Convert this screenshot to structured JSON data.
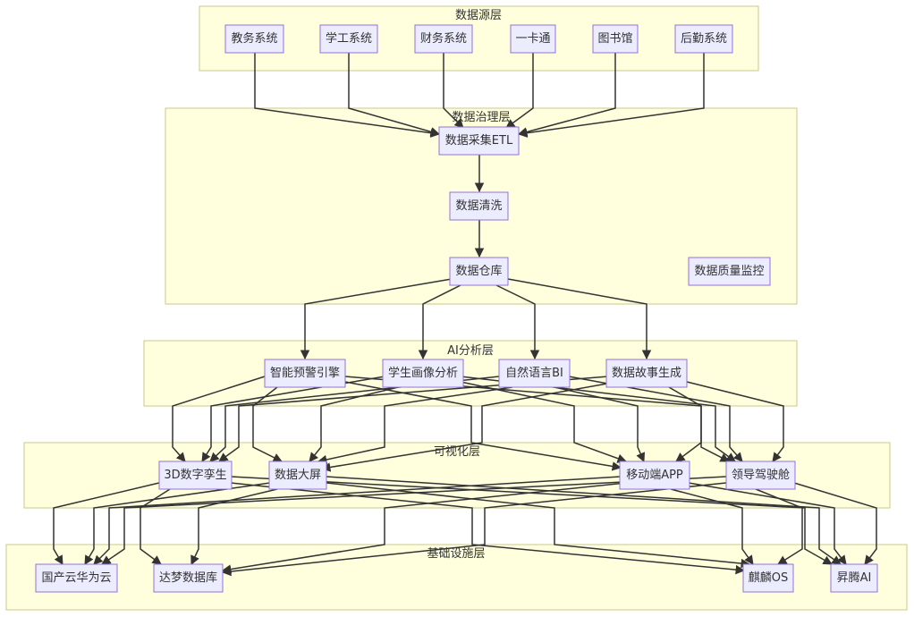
{
  "diagram": {
    "type": "flowchart",
    "layers": {
      "source": "数据源层",
      "governance": "数据治理层",
      "ai": "AI分析层",
      "viz": "可视化层",
      "infra": "基础设施层"
    },
    "nodes": {
      "jiaowu": "教务系统",
      "xuegong": "学工系统",
      "caiwu": "财务系统",
      "yikatong": "一卡通",
      "library": "图书馆",
      "houqin": "后勤系统",
      "etl": "数据采集ETL",
      "clean": "数据清洗",
      "warehouse": "数据仓库",
      "quality": "数据质量监控",
      "warning": "智能预警引擎",
      "portrait": "学生画像分析",
      "nlbi": "自然语言BI",
      "story": "数据故事生成",
      "twin": "3D数字孪生",
      "screen": "数据大屏",
      "mobile": "移动端APP",
      "cockpit": "领导驾驶舱",
      "cloud": "国产云华为云",
      "dameng": "达梦数据库",
      "kylin": "麒麟OS",
      "ascend": "昇腾AI"
    }
  }
}
